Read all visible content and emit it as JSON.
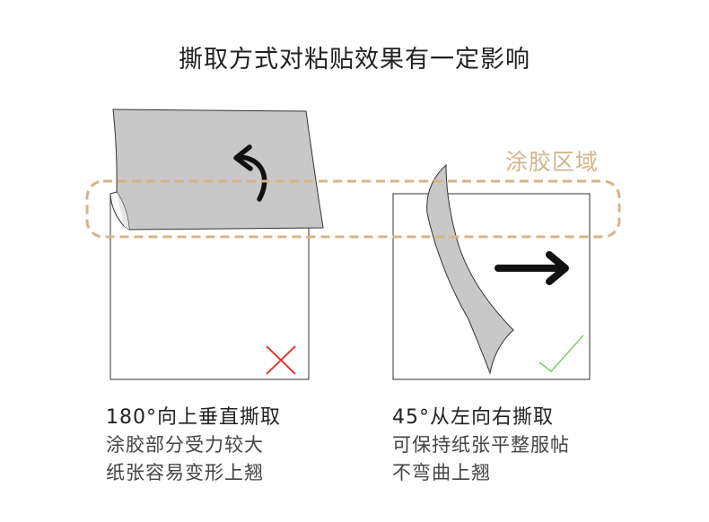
{
  "title": "撕取方式对粘贴效果有一定影响",
  "zone_label": "涂胶区域",
  "left_panel": {
    "heading": "180°向上垂直撕取",
    "desc_line1": "涂胶部分受力较大",
    "desc_line2": "纸张容易变形上翘",
    "status": "wrong",
    "direction_icon": "curved-arrow-up-icon"
  },
  "right_panel": {
    "heading": "45°从左向右撕取",
    "desc_line1": "可保持纸张平整服帖",
    "desc_line2": "不弯曲上翘",
    "status": "correct",
    "direction_icon": "arrow-right-icon"
  },
  "colors": {
    "glue_zone": "#D4B48C",
    "paper_fill": "#C8C8C8",
    "cross": "#E53935",
    "check": "#7BD36B"
  }
}
